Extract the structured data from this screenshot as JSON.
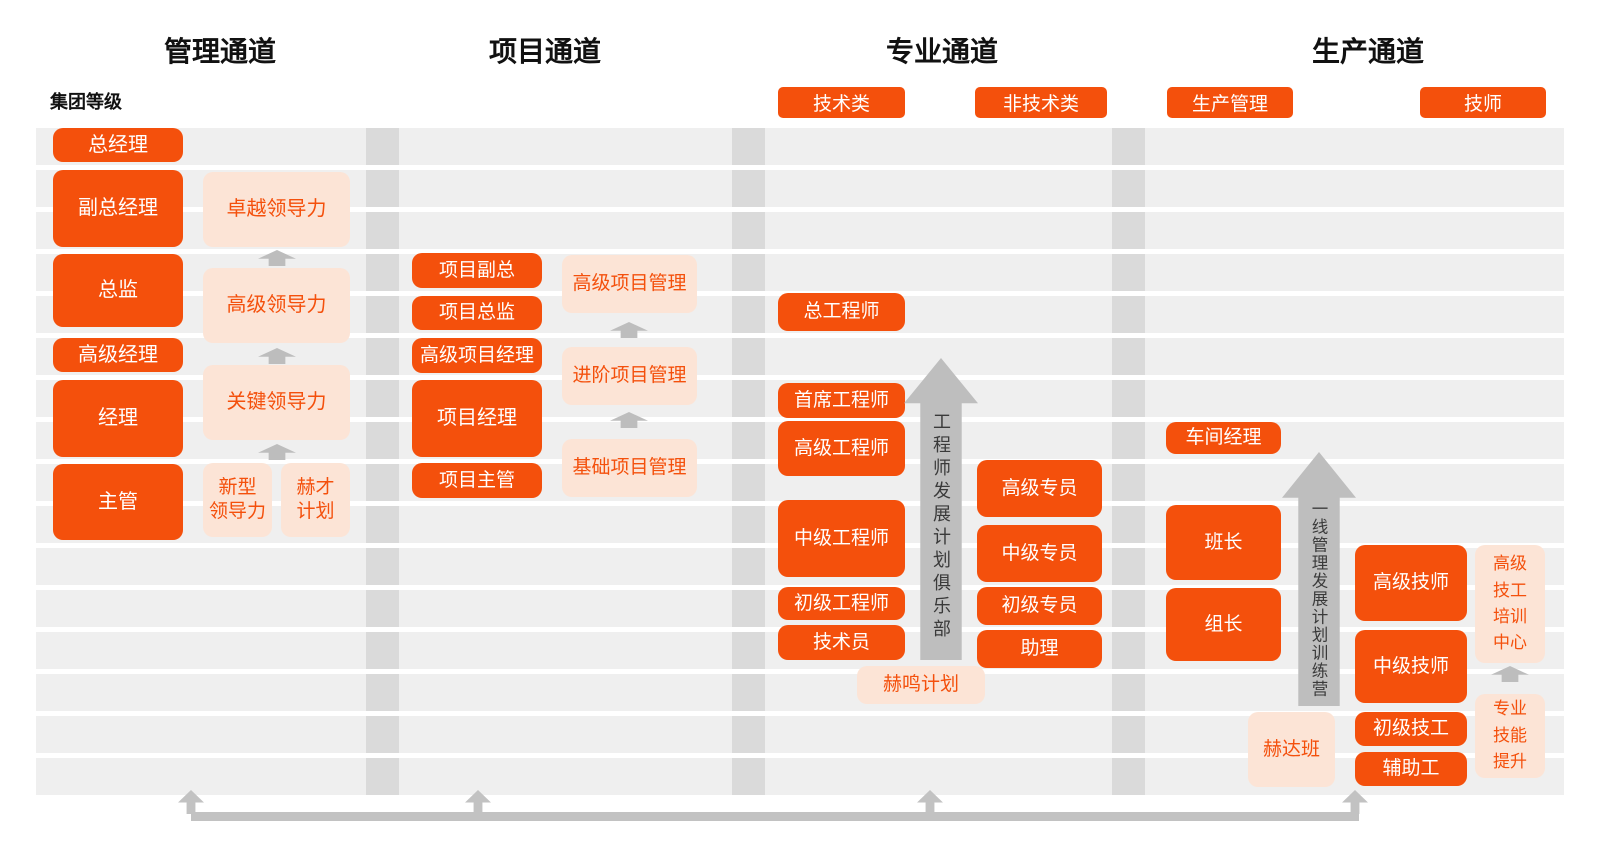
{
  "colors": {
    "orange": "#F4500C",
    "peach": "#FCE4D6",
    "peach_text": "#F4500C",
    "stripe_gray": "#EFEFEF",
    "separator_gray": "#DADADA",
    "arrow_gray": "#BDBDBD",
    "arrow_text_gray": "#3A3A3A"
  },
  "header": {
    "channels": [
      "管理通道",
      "项目通道",
      "专业通道",
      "生产通道"
    ],
    "group_level": "集团等级"
  },
  "category_tags": {
    "technical": "技术类",
    "non_technical": "非技术类",
    "production_management": "生产管理",
    "technician": "技师"
  },
  "management": {
    "levels": {
      "gm": "总经理",
      "dgm": "副总经理",
      "director": "总监",
      "senior_manager": "高级经理",
      "manager": "经理",
      "supervisor": "主管"
    },
    "programs": {
      "excellent": "卓越领导力",
      "advanced": "高级领导力",
      "key": "关键领导力",
      "new": "新型\n领导力",
      "hecai": "赫才\n计划"
    }
  },
  "project": {
    "levels": {
      "vp": "项目副总",
      "director": "项目总监",
      "senior_pm": "高级项目经理",
      "pm": "项目经理",
      "supervisor": "项目主管"
    },
    "programs": {
      "advanced": "高级项目管理",
      "intermediate": "进阶项目管理",
      "basic": "基础项目管理"
    }
  },
  "professional": {
    "tech_levels": {
      "chief": "总工程师",
      "principal": "首席工程师",
      "senior": "高级工程师",
      "intermediate": "中级工程师",
      "junior": "初级工程师",
      "technician": "技术员"
    },
    "nontech_levels": {
      "senior": "高级专员",
      "intermediate": "中级专员",
      "junior": "初级专员",
      "assistant": "助理"
    },
    "club_arrow": "工程师发展计划俱乐部",
    "heming": "赫鸣计划"
  },
  "production": {
    "mgmt_levels": {
      "workshop_manager": "车间经理",
      "shift_leader": "班长",
      "team_leader": "组长"
    },
    "tech_levels": {
      "senior": "高级技师",
      "intermediate": "中级技师",
      "junior": "初级技工",
      "auxiliary": "辅助工"
    },
    "camp_arrow": "一线管理发展计划训练营",
    "heda": "赫达班",
    "training_center": "高级\n技工\n培训\n中心",
    "skill_upgrade": "专业\n技能\n提升"
  }
}
